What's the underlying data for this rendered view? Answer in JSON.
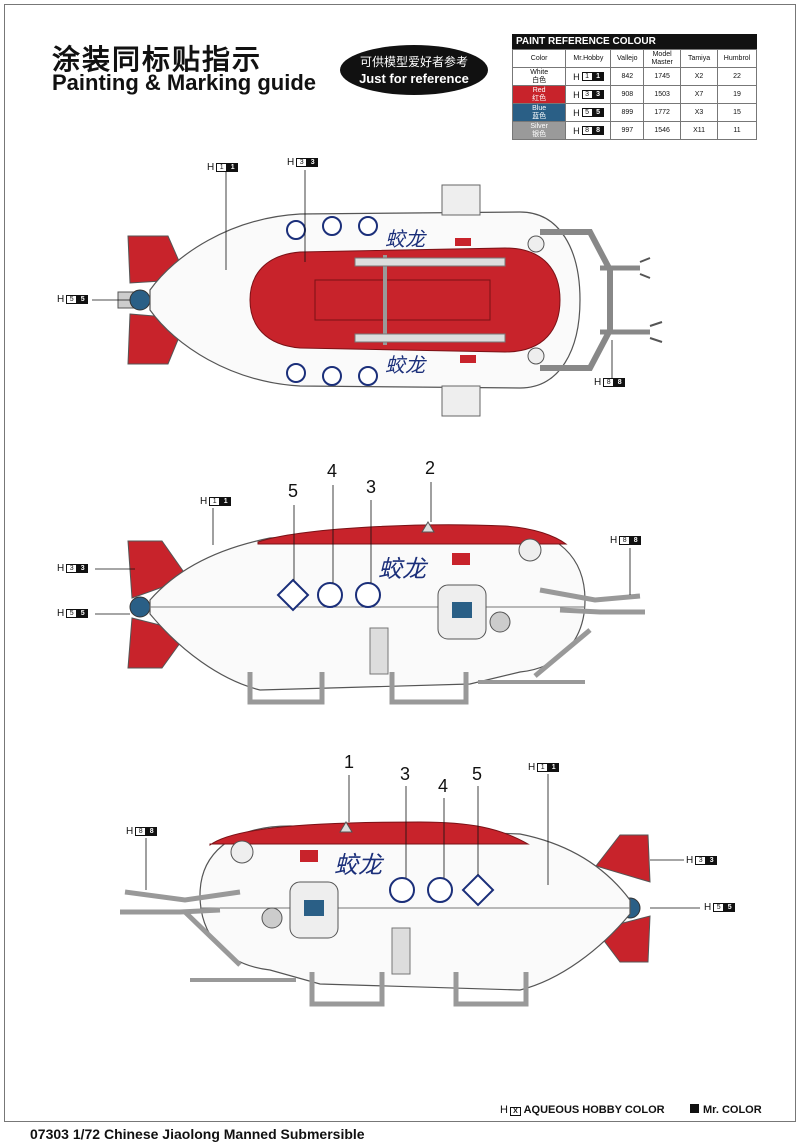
{
  "header": {
    "title_cn": "涂装同标贴指示",
    "title_en": "Painting & Marking guide",
    "ref_cn": "可供模型爱好者参考",
    "ref_en": "Just for reference"
  },
  "paint_table": {
    "caption": "PAINT  REFERENCE COLOUR",
    "columns": [
      "Color",
      "Mr.Hobby",
      "Vallejo",
      "Model Master",
      "Tamiya",
      "Humbrol"
    ],
    "rows": [
      {
        "en": "White",
        "cn": "白色",
        "swatch": "#ffffff",
        "text": "#111111",
        "h_box": "1",
        "h_blk": "1",
        "vallejo": "842",
        "model_master": "1745",
        "tamiya": "X2",
        "humbrol": "22"
      },
      {
        "en": "Red",
        "cn": "红色",
        "swatch": "#c8232b",
        "text": "#ffffff",
        "h_box": "3",
        "h_blk": "3",
        "vallejo": "908",
        "model_master": "1503",
        "tamiya": "X7",
        "humbrol": "19"
      },
      {
        "en": "Blue",
        "cn": "蓝色",
        "swatch": "#2a5f86",
        "text": "#ffffff",
        "h_box": "5",
        "h_blk": "5",
        "vallejo": "899",
        "model_master": "1772",
        "tamiya": "X3",
        "humbrol": "15"
      },
      {
        "en": "Silver",
        "cn": "银色",
        "swatch": "#9a9a9a",
        "text": "#ffffff",
        "h_box": "8",
        "h_blk": "8",
        "vallejo": "997",
        "model_master": "1546",
        "tamiya": "X11",
        "humbrol": "11"
      }
    ]
  },
  "callouts": {
    "h_prefix": "H",
    "top_white": {
      "box": "1",
      "blk": "1"
    },
    "top_red": {
      "box": "3",
      "blk": "3"
    },
    "top_blue": {
      "box": "5",
      "blk": "5"
    },
    "top_silver": {
      "box": "8",
      "blk": "8"
    },
    "side1_white": {
      "box": "1",
      "blk": "1"
    },
    "side1_red": {
      "box": "3",
      "blk": "3"
    },
    "side1_blue": {
      "box": "5",
      "blk": "5"
    },
    "side1_silver": {
      "box": "8",
      "blk": "8"
    },
    "side2_silver": {
      "box": "8",
      "blk": "8"
    },
    "side2_white": {
      "box": "1",
      "blk": "1"
    },
    "side2_red": {
      "box": "3",
      "blk": "3"
    },
    "side2_blue": {
      "box": "5",
      "blk": "5"
    }
  },
  "decal_numbers": {
    "side1": [
      "5",
      "4",
      "3",
      "2"
    ],
    "side2": [
      "1",
      "3",
      "4",
      "5"
    ]
  },
  "hull_text": "蛟龙",
  "colors": {
    "red": "#c8232b",
    "blue": "#2a5f86",
    "silver": "#a0a0a0",
    "navy": "#1b2f7a"
  },
  "legend": {
    "aqueous_box": "X",
    "aqueous": "AQUEOUS HOBBY COLOR",
    "mr": "Mr. COLOR"
  },
  "footer": "07303 1/72  Chinese Jiaolong Manned Submersible"
}
